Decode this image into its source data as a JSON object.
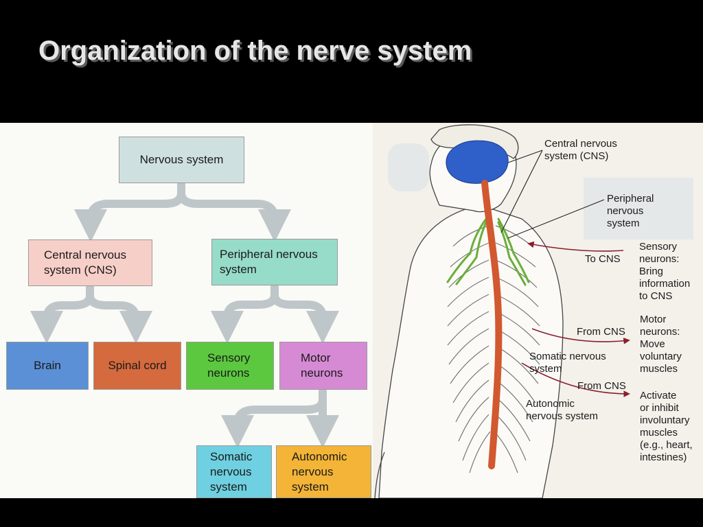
{
  "slide": {
    "title": "Organization of the nerve system"
  },
  "flowchart": {
    "nervous_system": "Nervous system",
    "cns": "Central nervous\nsystem (CNS)",
    "pns": "Peripheral nervous\nsystem",
    "brain": "Brain",
    "spinal_cord": "Spinal cord",
    "sensory_neurons": "Sensory\nneurons",
    "motor_neurons": "Motor\nneurons",
    "somatic": "Somatic\nnervous\nsystem",
    "autonomic": "Autonomic\nnervous\nsystem"
  },
  "illustration": {
    "cns_label": "Central nervous\nsystem (CNS)",
    "pns_label": "Peripheral\nnervous\nsystem",
    "sensory_label": "Sensory\nneurons:\nBring\ninformation\nto CNS",
    "to_cns": "To CNS",
    "from_cns_1": "From CNS",
    "motor_label": "Motor\nneurons:\nMove\nvoluntary\nmuscles",
    "somatic_label": "Somatic nervous\nsystem",
    "from_cns_2": "From CNS",
    "autonomic_label": "Autonomic\nnervous system",
    "activate_label": "Activate\nor inhibit\ninvoluntary\nmuscles\n(e.g., heart,\nintestines)"
  },
  "colors": {
    "brain": "#2f5fc8",
    "spinal_cord": "#d2582f",
    "peripheral_nerve": "#6aae3a",
    "arrow": "#8a1f2c",
    "flow_arrow": "#bfc6c9"
  }
}
